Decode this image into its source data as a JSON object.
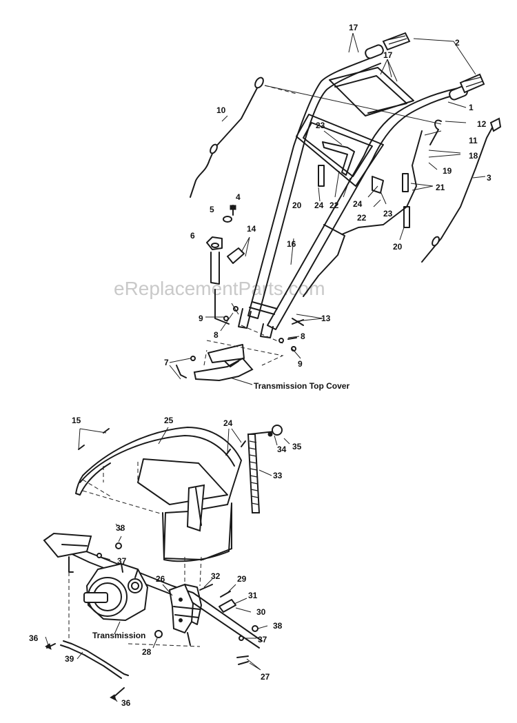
{
  "watermark": "eReplacementParts.com",
  "labels": {
    "transmission_top_cover": "Transmission Top Cover",
    "transmission": "Transmission"
  },
  "callouts": {
    "c1": "1",
    "c2": "2",
    "c3": "3",
    "c4": "4",
    "c5": "5",
    "c6": "6",
    "c7": "7",
    "c8a": "8",
    "c8b": "8",
    "c9a": "9",
    "c9b": "9",
    "c10": "10",
    "c11": "11",
    "c12": "12",
    "c13": "13",
    "c14": "14",
    "c16": "16",
    "c17a": "17",
    "c17b": "17",
    "c18": "18",
    "c19": "19",
    "c20a": "20",
    "c20b": "20",
    "c21": "21",
    "c22a": "22",
    "c22b": "22",
    "c23a": "23",
    "c23b": "23",
    "c24a": "24",
    "c24b": "24",
    "c15": "15",
    "c24c": "24",
    "c25": "25",
    "c26": "26",
    "c27": "27",
    "c28": "28",
    "c29": "29",
    "c30": "30",
    "c31": "31",
    "c32": "32",
    "c33": "33",
    "c34": "34",
    "c35": "35",
    "c36a": "36",
    "c36b": "36",
    "c37a": "37",
    "c37b": "37",
    "c38a": "38",
    "c38b": "38",
    "c39": "39"
  }
}
